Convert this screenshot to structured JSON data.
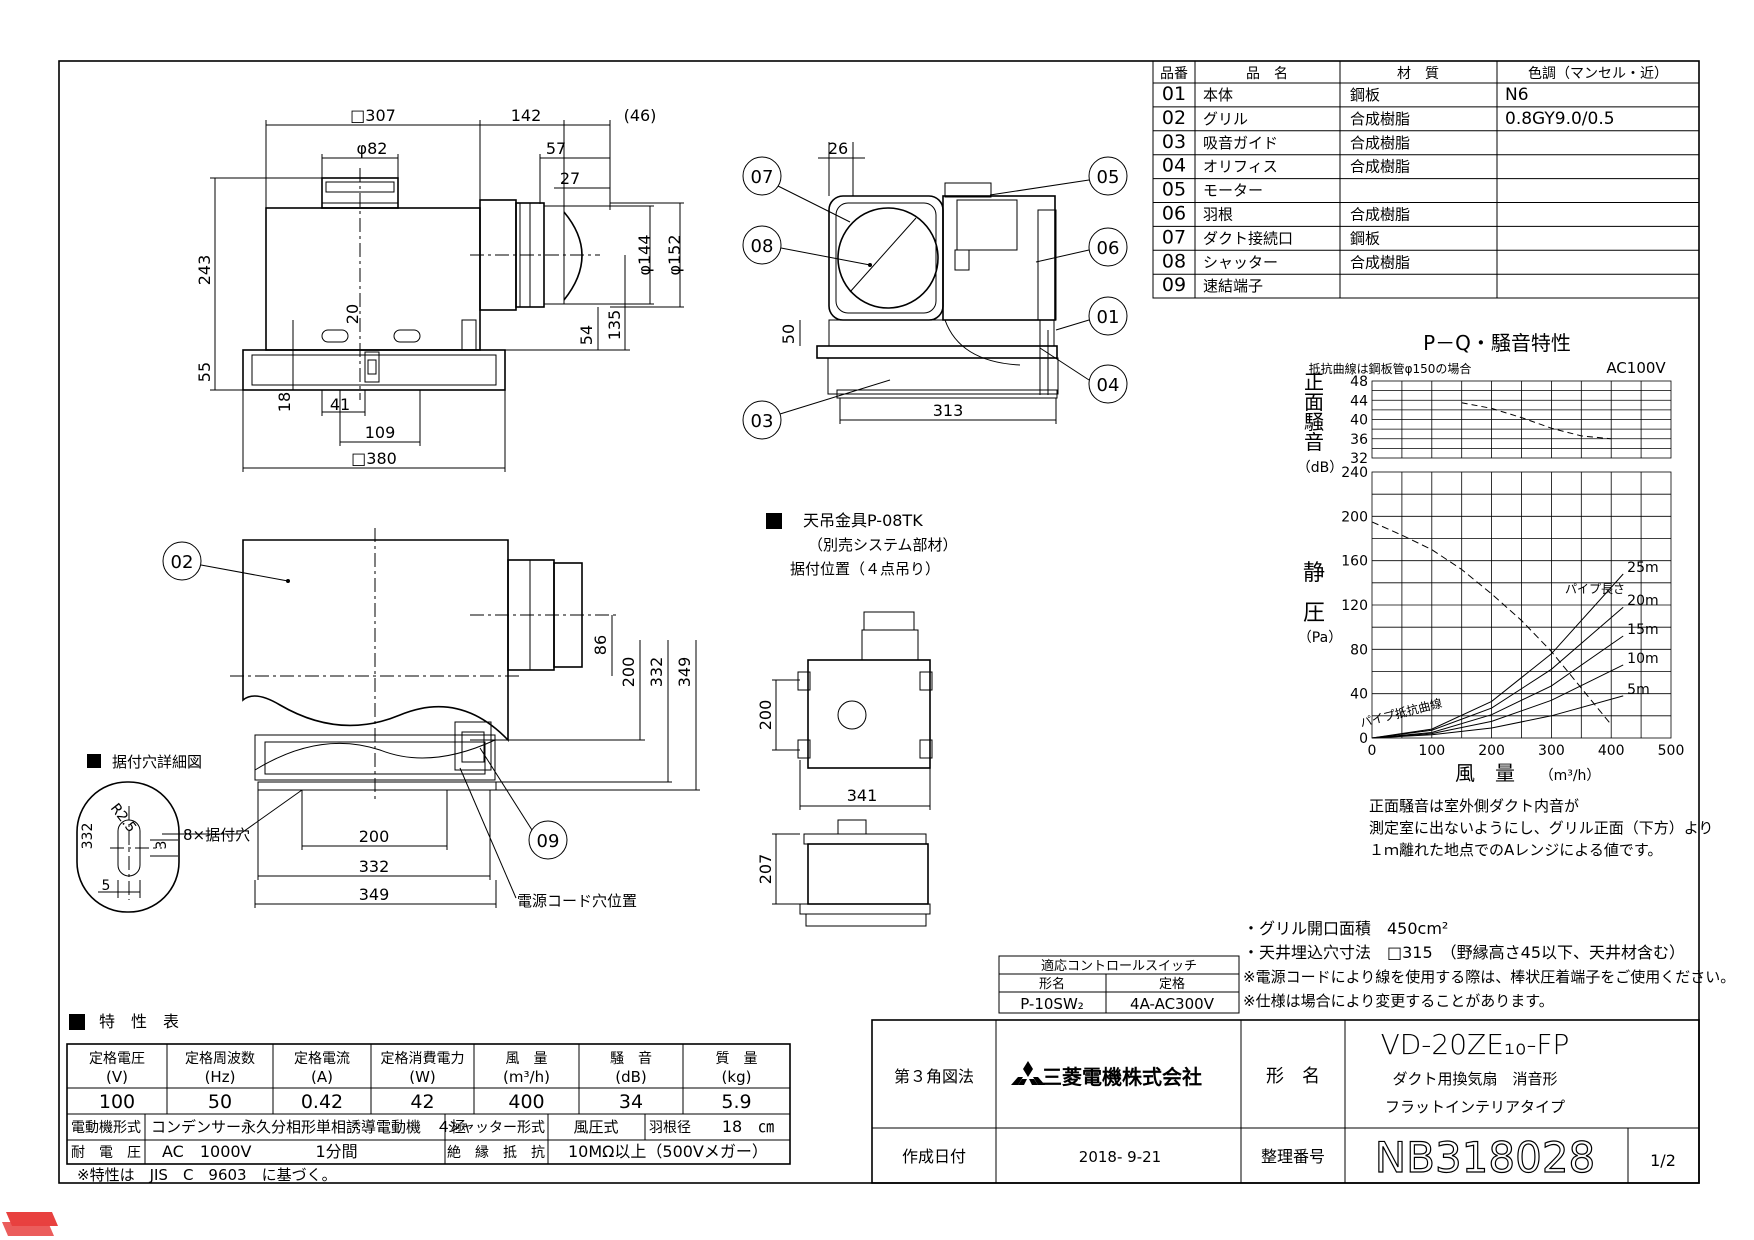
{
  "parts_table": {
    "headers": [
      "品番",
      "品　名",
      "材　質",
      "色調（マンセル・近）"
    ],
    "rows": [
      {
        "no": "01",
        "name": "本体",
        "material": "鋼板",
        "color": "N6"
      },
      {
        "no": "02",
        "name": "グリル",
        "material": "合成樹脂",
        "color": "0.8GY9.0/0.5"
      },
      {
        "no": "03",
        "name": "吸音ガイド",
        "material": "合成樹脂",
        "color": ""
      },
      {
        "no": "04",
        "name": "オリフィス",
        "material": "合成樹脂",
        "color": ""
      },
      {
        "no": "05",
        "name": "モーター",
        "material": "",
        "color": ""
      },
      {
        "no": "06",
        "name": "羽根",
        "material": "合成樹脂",
        "color": ""
      },
      {
        "no": "07",
        "name": "ダクト接続口",
        "material": "鋼板",
        "color": ""
      },
      {
        "no": "08",
        "name": "シャッター",
        "material": "合成樹脂",
        "color": ""
      },
      {
        "no": "09",
        "name": "速結端子",
        "material": "",
        "color": ""
      }
    ]
  },
  "views": {
    "side": {
      "dims": [
        "□307",
        "142",
        "(46)",
        "φ82",
        "57",
        "27",
        "243",
        "20",
        "55",
        "18",
        "41",
        "109",
        "□380",
        "φ144",
        "φ152",
        "54",
        "135"
      ]
    },
    "front": {
      "dims": [
        "26",
        "50",
        "313"
      ],
      "callouts": [
        "07",
        "08",
        "05",
        "06",
        "01",
        "04",
        "03"
      ]
    },
    "bottom": {
      "dims": [
        "86",
        "200",
        "332",
        "349",
        "200",
        "332",
        "349"
      ],
      "callouts": [
        "02",
        "09"
      ],
      "power_cord_label": "電源コード穴位置"
    },
    "mount_detail": {
      "title": "据付穴詳細図",
      "dims": [
        "R2.5",
        "332",
        "3",
        "5"
      ],
      "label": "8×据付穴"
    },
    "hanger": {
      "title": "天吊金具P-08TK",
      "subtitle": "（別売システム部材）",
      "position": "据付位置（４点吊り）",
      "dims": [
        "200",
        "341",
        "207"
      ]
    }
  },
  "pq_chart": {
    "title": "P－Q・騒音特性",
    "note_top": "抵抗曲線は鋼板管φ150の場合",
    "power": "AC100V",
    "noise_ylabel": [
      "正",
      "面",
      "騒",
      "音"
    ],
    "noise_unit": "（dB）",
    "pressure_ylabel": [
      "静",
      "圧"
    ],
    "pressure_unit": "（Pa）",
    "xlabel": "風　量",
    "xunit": "（m³/h）",
    "pipe_label": "パイプ長さ",
    "pipe_curve_label": "パイプ抵抗曲線",
    "remarks": [
      "正面騒音は室外側ダクト内音が",
      "測定室に出ないようにし、グリル正面（下方）より",
      "１ｍ離れた地点でのAレンジによる値です。"
    ]
  },
  "chart_data": {
    "type": "line",
    "title": "P－Q・騒音特性",
    "xlabel": "風　量（m³/h）",
    "x_ticks": [
      0,
      100,
      200,
      300,
      400,
      500
    ],
    "xlim": [
      0,
      500
    ],
    "noise_panel": {
      "ylabel": "正面騒音（dB）",
      "ylim": [
        32,
        48
      ],
      "y_ticks": [
        32,
        36,
        40,
        44,
        48
      ],
      "x": [
        150,
        200,
        250,
        300,
        350,
        400
      ],
      "values": [
        43.5,
        42.3,
        40.4,
        38.2,
        36.6,
        36
      ]
    },
    "pressure_panel": {
      "ylabel": "静圧（Pa）",
      "ylim": [
        0,
        240
      ],
      "y_ticks": [
        0,
        40,
        80,
        120,
        160,
        200,
        240
      ],
      "series": [
        {
          "x": [
            0,
            50,
            100,
            150,
            200,
            250,
            300,
            350,
            400
          ],
          "values": [
            195,
            183,
            170,
            152,
            130,
            106,
            78,
            45,
            12
          ]
        },
        {
          "name": "25m",
          "x": [
            0,
            100,
            200,
            300,
            420
          ],
          "values": [
            0,
            8,
            33,
            76,
            148
          ]
        },
        {
          "name": "20m",
          "x": [
            0,
            100,
            200,
            300,
            420
          ],
          "values": [
            0,
            7,
            27,
            62,
            118
          ]
        },
        {
          "name": "15m",
          "x": [
            0,
            100,
            200,
            300,
            420
          ],
          "values": [
            0,
            5,
            21,
            47,
            92
          ]
        },
        {
          "name": "10m",
          "x": [
            0,
            100,
            200,
            300,
            420
          ],
          "values": [
            0,
            4,
            15,
            34,
            66
          ]
        },
        {
          "name": "5m",
          "x": [
            0,
            100,
            200,
            300,
            420
          ],
          "values": [
            0,
            3,
            9,
            20,
            38
          ]
        }
      ]
    }
  },
  "switch_table": {
    "title": "適応コントロールスイッチ",
    "headers": [
      "形名",
      "定格"
    ],
    "values": [
      "P-10SW₂",
      "4A-AC300V"
    ]
  },
  "notes": [
    "・グリル開口面積　450cm²",
    "・天井埋込穴寸法　□315　（野縁高さ45以下、天井材含む）",
    "※電源コードにより線を使用する際は、棒状圧着端子をご使用ください。",
    "※仕様は場合により変更することがあります。"
  ],
  "spec_table": {
    "title": "特　性　表",
    "headers": [
      "定格電圧",
      "定格周波数",
      "定格電流",
      "定格消費電力",
      "風　量",
      "騒　音",
      "質　量"
    ],
    "units": [
      "(V)",
      "(Hz)",
      "(A)",
      "(W)",
      "(m³/h)",
      "(dB)",
      "(kg)"
    ],
    "values": [
      "100",
      "50",
      "0.42",
      "42",
      "400",
      "34",
      "5.9"
    ],
    "motor_label": "電動機形式",
    "motor_value": "コンデンサー永久分相形単相誘導電動機　４極",
    "shutter_label": "シャッター形式",
    "shutter_value": "風圧式",
    "blade_label": "羽根径",
    "blade_value": "18　㎝",
    "voltage_label": "耐　電　圧",
    "voltage_value": "AC　1000V　　　　1分間",
    "insulation_label": "絶　縁　抵　抗",
    "insulation_value": "10MΩ以上（500Vメガー）",
    "footnote": "※特性は　JIS　C　9603　に基づく。"
  },
  "title_block": {
    "projection": "第３角図法",
    "company": "三菱電機株式会社",
    "model_label": "形　名",
    "model": "VD-20ZE₁₀-FP",
    "desc1": "ダクト用換気扇　消音形",
    "desc2": "フラットインテリアタイプ",
    "date_label": "作成日付",
    "date": "2018- 9-21",
    "number_label": "整理番号",
    "number": "NB318028",
    "page": "1/2"
  }
}
